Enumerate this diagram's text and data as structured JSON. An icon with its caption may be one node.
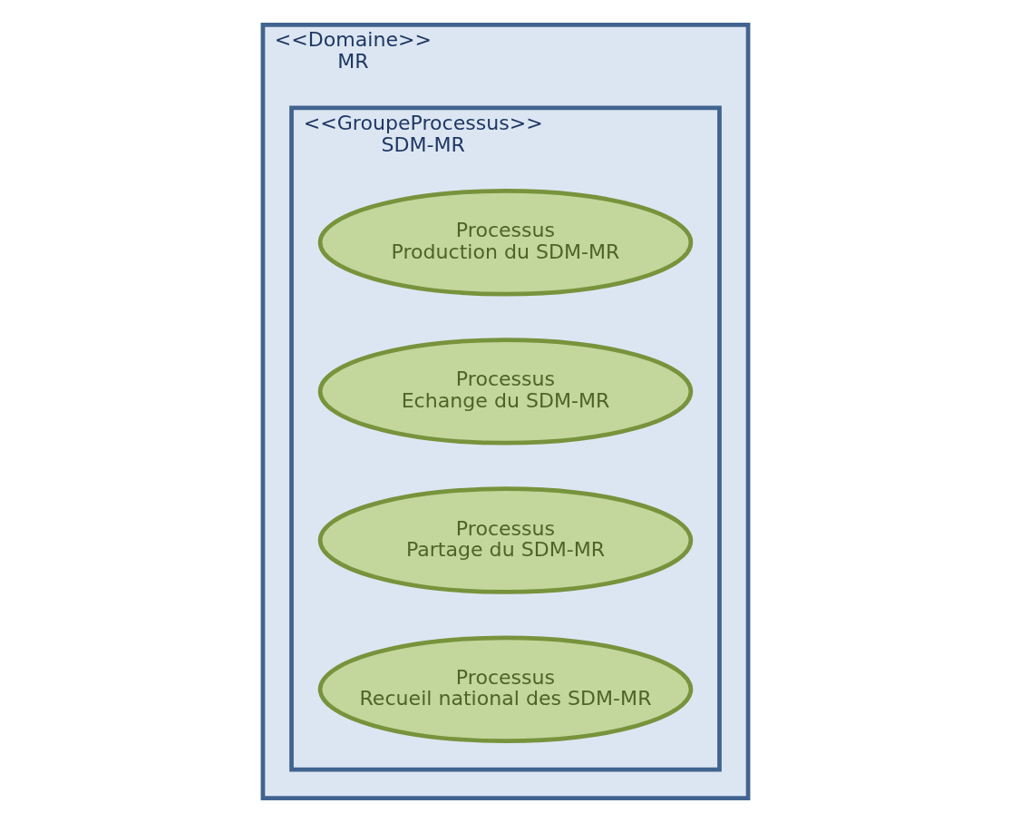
{
  "diagram": {
    "nodes": [
      {
        "text": [
          "<<Domaine>>",
          "MR"
        ]
      },
      {
        "text": [
          "<<GroupeProcessus>>",
          "SDM-MR"
        ],
        "in": 0
      },
      {
        "text": [
          "Processus",
          "Production du SDM-MR"
        ],
        "in": 1
      },
      {
        "text": [
          "Processus",
          "Echange du SDM-MR"
        ],
        "in": 1
      },
      {
        "text": [
          "Processus",
          "Partage du SDM-MR"
        ],
        "in": 1
      },
      {
        "text": [
          "Processus",
          "Recueil national des SDM-MR"
        ],
        "in": 1
      }
    ]
  }
}
